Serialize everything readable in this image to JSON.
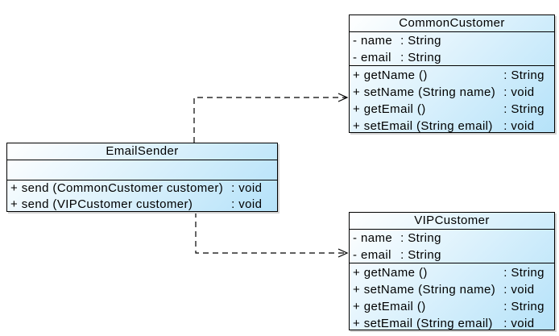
{
  "diagram": {
    "type": "uml-class-diagram",
    "colors": {
      "background": "#ffffff",
      "box_gradient_start": "#ffffff",
      "box_gradient_end": "#b5e2f9",
      "border": "#000000",
      "text": "#000000",
      "shadow": "#d4d4d4",
      "connector": "#000000"
    }
  },
  "classes": {
    "sender": {
      "title": "EmailSender",
      "attributes": [],
      "methods": [
        {
          "sig": "+ send (CommonCustomer customer)",
          "type": ": void"
        },
        {
          "sig": "+ send (VIPCustomer customer)",
          "type": ": void"
        }
      ]
    },
    "common": {
      "title": "CommonCustomer",
      "attributes": [
        {
          "sig": "- name",
          "type": ": String"
        },
        {
          "sig": "- email",
          "type": ": String"
        }
      ],
      "methods": [
        {
          "sig": "+ getName ()",
          "type": ": String"
        },
        {
          "sig": "+ setName (String name)",
          "type": ": void"
        },
        {
          "sig": "+ getEmail ()",
          "type": ": String"
        },
        {
          "sig": "+ setEmail (String email)",
          "type": ": void"
        }
      ]
    },
    "vip": {
      "title": "VIPCustomer",
      "attributes": [
        {
          "sig": "- name",
          "type": ": String"
        },
        {
          "sig": "- email",
          "type": ": String"
        }
      ],
      "methods": [
        {
          "sig": "+ getName ()",
          "type": ": String"
        },
        {
          "sig": "+ setName (String name)",
          "type": ": void"
        },
        {
          "sig": "+ getEmail ()",
          "type": ": String"
        },
        {
          "sig": "+ setEmail (String email)",
          "type": ": void"
        }
      ]
    }
  },
  "connectors": [
    {
      "from": "EmailSender",
      "to": "CommonCustomer",
      "relation": "dependency",
      "line_style": "dashed",
      "arrowhead": "open"
    },
    {
      "from": "EmailSender",
      "to": "VIPCustomer",
      "relation": "dependency",
      "line_style": "dashed",
      "arrowhead": "open"
    }
  ]
}
